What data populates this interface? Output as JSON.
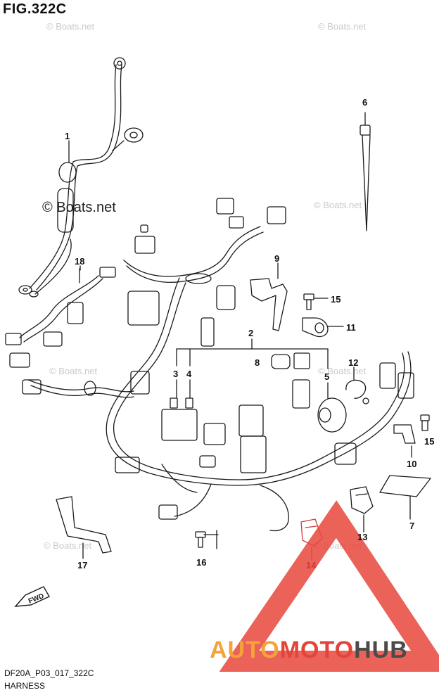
{
  "figure": {
    "title": "FIG.322C",
    "code": "DF20A_P03_017_322C",
    "name": "HARNESS"
  },
  "watermark": {
    "site": "© Boats.net"
  },
  "brand": {
    "part1": "AUTO",
    "part2": "MOTO",
    "part3": "HUB"
  },
  "callouts": [
    "1",
    "2",
    "3",
    "4",
    "5",
    "6",
    "7",
    "8",
    "9",
    "10",
    "11",
    "12",
    "13",
    "14",
    "15",
    "15",
    "16",
    "17",
    "18"
  ],
  "direction_label": "FWD",
  "colors": {
    "line": "#1a1a1a",
    "triangle": "#e8463c",
    "brand_orange": "#f3a33a",
    "brand_red": "#e2443a",
    "brand_gray": "#4b4b4b"
  }
}
